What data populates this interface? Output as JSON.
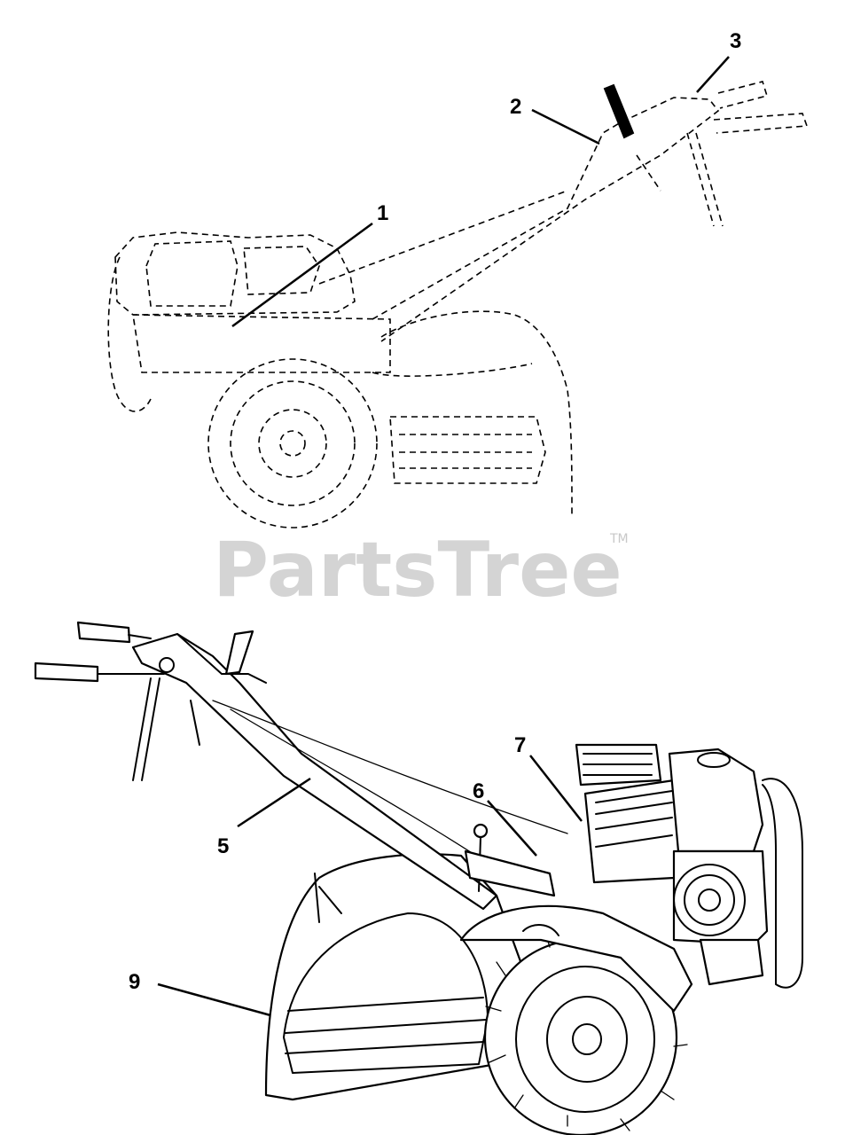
{
  "watermark": {
    "text": "PartsTree",
    "trademark": "TM",
    "color": "#d4d4d4"
  },
  "callouts": {
    "c1": "1",
    "c2": "2",
    "c3": "3",
    "c5": "5",
    "c6": "6",
    "c7": "7",
    "c9": "9"
  },
  "views": {
    "top": "tiller-side-view-dashed",
    "bottom": "tiller-three-quarter-view-solid"
  }
}
